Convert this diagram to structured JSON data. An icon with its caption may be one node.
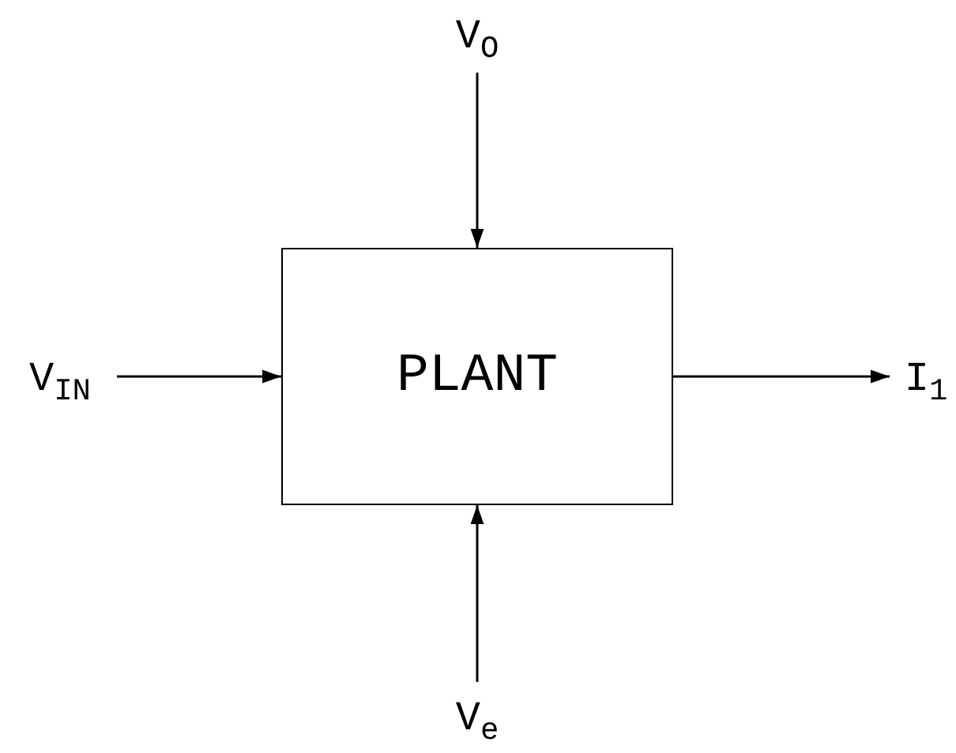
{
  "diagram": {
    "nodes": [
      {
        "text": [
          "PLANT"
        ]
      },
      {
        "text": [
          "V$_{O}$"
        ]
      },
      {
        "text": [
          "V$_{IN}$"
        ]
      },
      {
        "text": [
          "I$_{1}$"
        ]
      },
      {
        "text": [
          "V$_{e}$"
        ]
      }
    ],
    "edges": [
      {
        "from": 1,
        "to": 0,
        "arrow": "to"
      },
      {
        "from": 2,
        "to": 0,
        "arrow": "to"
      },
      {
        "from": 0,
        "to": 3,
        "arrow": "to"
      },
      {
        "from": 4,
        "to": 0,
        "arrow": "to"
      }
    ]
  }
}
